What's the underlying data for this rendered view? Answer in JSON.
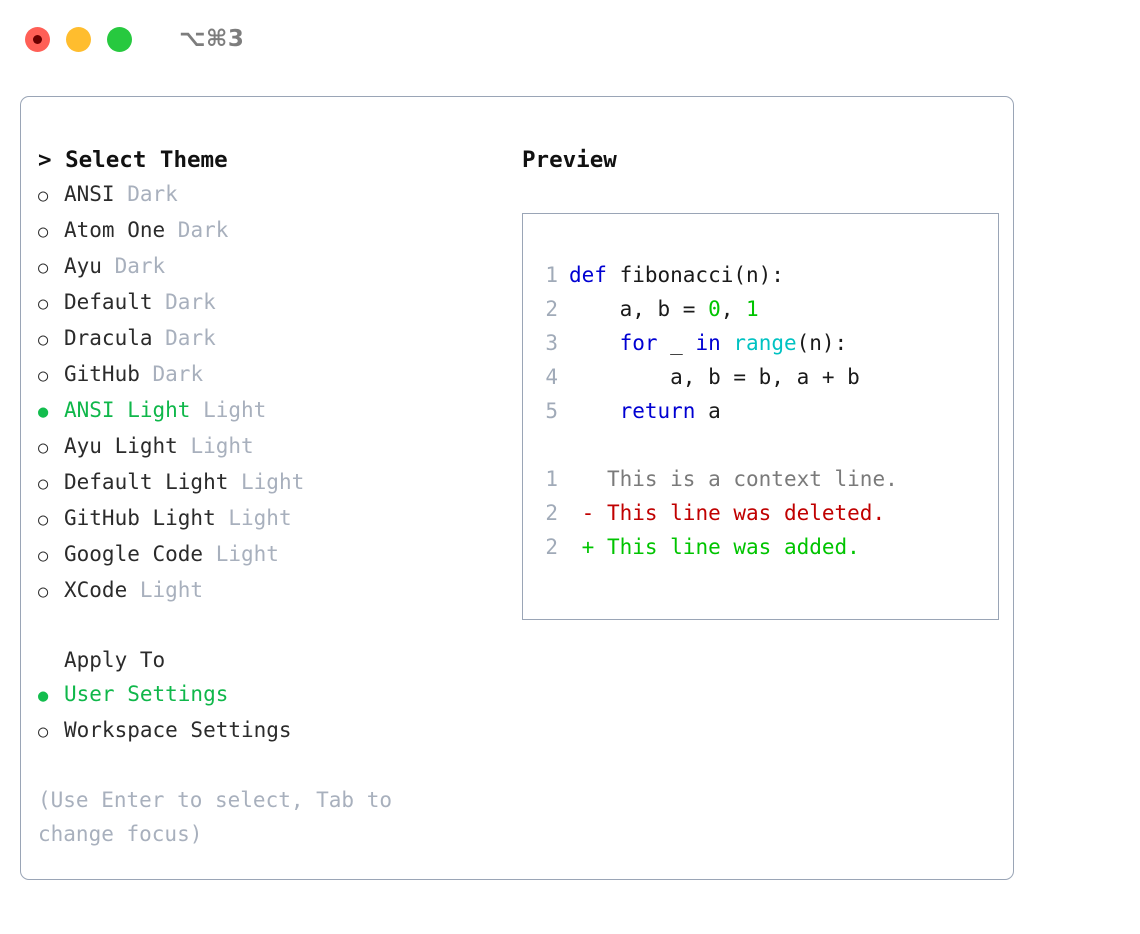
{
  "titlebar": {
    "shortcut": "⌥⌘3",
    "dots": [
      {
        "name": "close",
        "color": "#ff5f56"
      },
      {
        "name": "minimize",
        "color": "#ffbd2e"
      },
      {
        "name": "maximize",
        "color": "#27c93f"
      }
    ]
  },
  "left": {
    "heading": "> Select Theme",
    "themes": [
      {
        "bullet": "○",
        "name": "ANSI",
        "tag": "Dark",
        "selected": false
      },
      {
        "bullet": "○",
        "name": "Atom One",
        "tag": "Dark",
        "selected": false
      },
      {
        "bullet": "○",
        "name": "Ayu",
        "tag": "Dark",
        "selected": false
      },
      {
        "bullet": "○",
        "name": "Default",
        "tag": "Dark",
        "selected": false
      },
      {
        "bullet": "○",
        "name": "Dracula",
        "tag": "Dark",
        "selected": false
      },
      {
        "bullet": "○",
        "name": "GitHub",
        "tag": "Dark",
        "selected": false
      },
      {
        "bullet": "●",
        "name": "ANSI Light",
        "tag": "Light",
        "selected": true
      },
      {
        "bullet": "○",
        "name": "Ayu Light",
        "tag": "Light",
        "selected": false
      },
      {
        "bullet": "○",
        "name": "Default Light",
        "tag": "Light",
        "selected": false
      },
      {
        "bullet": "○",
        "name": "GitHub Light",
        "tag": "Light",
        "selected": false
      },
      {
        "bullet": "○",
        "name": "Google Code",
        "tag": "Light",
        "selected": false
      },
      {
        "bullet": "○",
        "name": "XCode",
        "tag": "Light",
        "selected": false
      }
    ],
    "apply_to": {
      "title": "Apply To",
      "options": [
        {
          "bullet": "●",
          "name": "User Settings",
          "selected": true
        },
        {
          "bullet": "○",
          "name": "Workspace Settings",
          "selected": false
        }
      ]
    },
    "hint": "(Use Enter to select, Tab to change focus)"
  },
  "right": {
    "heading": "Preview",
    "code_lines": [
      {
        "number": "1",
        "tokens": [
          {
            "text": "def ",
            "kind": "kw"
          },
          {
            "text": "fibonacci(n):",
            "kind": "plain"
          }
        ]
      },
      {
        "number": "2",
        "tokens": [
          {
            "text": "    a, b = ",
            "kind": "plain"
          },
          {
            "text": "0",
            "kind": "num"
          },
          {
            "text": ", ",
            "kind": "plain"
          },
          {
            "text": "1",
            "kind": "num"
          }
        ]
      },
      {
        "number": "3",
        "tokens": [
          {
            "text": "    ",
            "kind": "plain"
          },
          {
            "text": "for",
            "kind": "kw"
          },
          {
            "text": " _ ",
            "kind": "plain"
          },
          {
            "text": "in",
            "kind": "kw"
          },
          {
            "text": " ",
            "kind": "plain"
          },
          {
            "text": "range",
            "kind": "fn"
          },
          {
            "text": "(n):",
            "kind": "plain"
          }
        ]
      },
      {
        "number": "4",
        "tokens": [
          {
            "text": "        a, b = b, a + b",
            "kind": "plain"
          }
        ]
      },
      {
        "number": "5",
        "tokens": [
          {
            "text": "    ",
            "kind": "plain"
          },
          {
            "text": "return",
            "kind": "kw"
          },
          {
            "text": " a",
            "kind": "plain"
          }
        ]
      }
    ],
    "diff_lines": [
      {
        "number": "1",
        "marker": " ",
        "text": " This is a context line.",
        "kind": "ctx"
      },
      {
        "number": "2",
        "marker": "-",
        "text": " This line was deleted.",
        "kind": "del"
      },
      {
        "number": "2",
        "marker": "+",
        "text": " This line was added.",
        "kind": "add"
      }
    ]
  },
  "colors": {
    "accent_green": "#0fb74a",
    "keyword_blue": "#0000d2",
    "function_cyan": "#00c2c2",
    "number_green": "#00c400",
    "diff_delete_red": "#c00000",
    "diff_add_green": "#00c400",
    "muted_gray": "#a8b0bd",
    "border": "#9aa5b6"
  }
}
